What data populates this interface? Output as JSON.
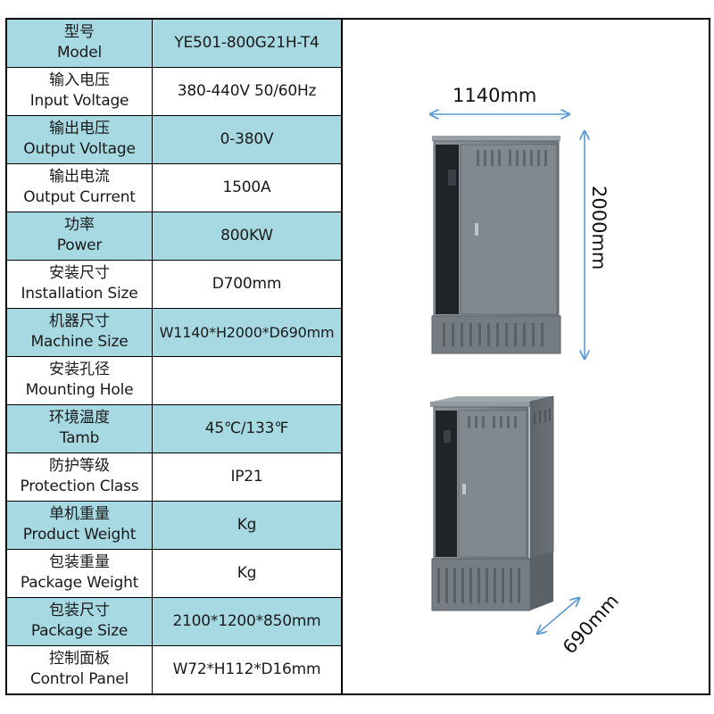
{
  "specs": [
    {
      "label_zh": "型号",
      "label_en": "Model",
      "value": "YE501-800G21H-T4"
    },
    {
      "label_zh": "输入电压",
      "label_en": "Input Voltage",
      "value": "380-440V 50/60Hz"
    },
    {
      "label_zh": "输出电压",
      "label_en": "Output Voltage",
      "value": "0-380V"
    },
    {
      "label_zh": "输出电流",
      "label_en": "Output Current",
      "value": "1500A"
    },
    {
      "label_zh": "功率",
      "label_en": "Power",
      "value": "800KW"
    },
    {
      "label_zh": "安装尺寸",
      "label_en": "Installation Size",
      "value": "D700mm"
    },
    {
      "label_zh": "机器尺寸",
      "label_en": "Machine Size",
      "value": "W1140*H2000*D690mm"
    },
    {
      "label_zh": "安装孔径",
      "label_en": "Mounting Hole",
      "value": ""
    },
    {
      "label_zh": "环境温度",
      "label_en": "Tamb",
      "value": "45℃/133℉"
    },
    {
      "label_zh": "防护等级",
      "label_en": "Protection Class",
      "value": "IP21"
    },
    {
      "label_zh": "单机重量",
      "label_en": "Product Weight",
      "value": "Kg"
    },
    {
      "label_zh": "包装重量",
      "label_en": "Package Weight",
      "value": "Kg"
    },
    {
      "label_zh": "包装尺寸",
      "label_en": "Package Size",
      "value": "2100*1200*850mm"
    },
    {
      "label_zh": "控制面板",
      "label_en": "Control Panel",
      "value": "W72*H112*D16mm"
    }
  ],
  "dimensions": {
    "width": "1140mm",
    "height": "2000mm",
    "depth": "690mm"
  },
  "colors": {
    "row_shade": "#a7d9e3",
    "cabinet_body": "#7d858b",
    "cabinet_panel": "#1f2429"
  }
}
